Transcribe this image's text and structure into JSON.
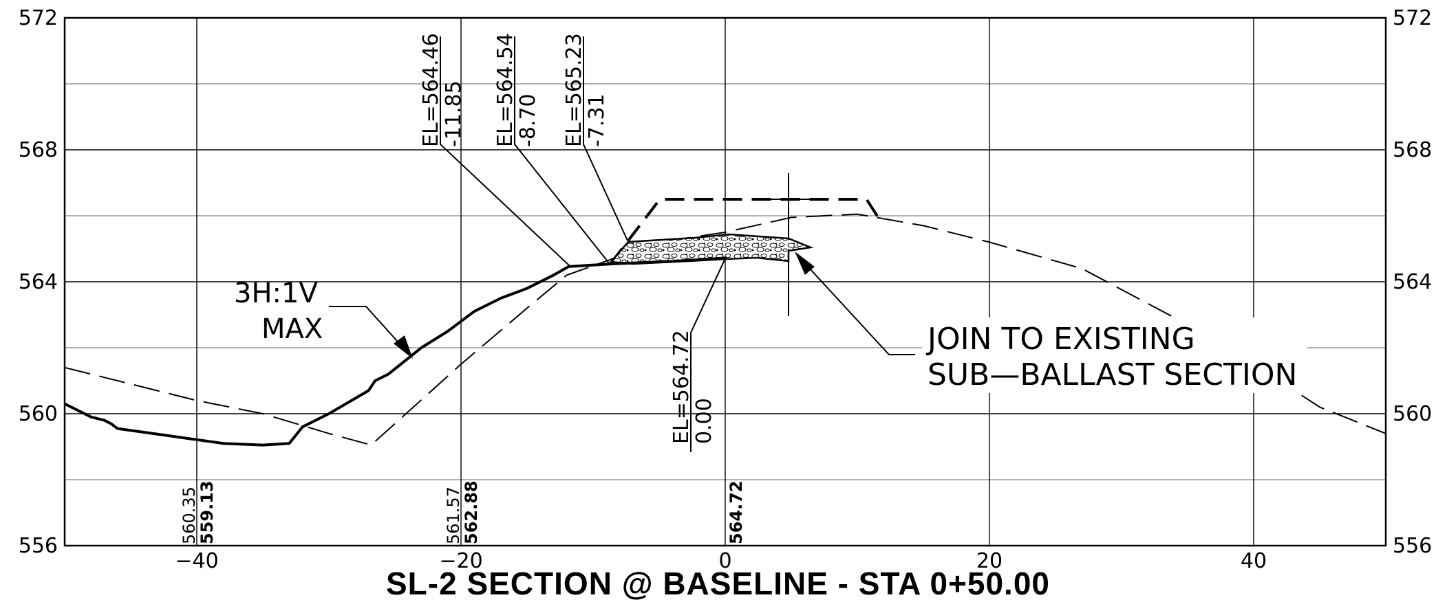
{
  "title": "SL-2 SECTION @ BASELINE - STA 0+50.00",
  "axes": {
    "x_ticks": [
      "-40",
      "-20",
      "0",
      "20",
      "40"
    ],
    "y_ticks_left": [
      "572",
      "568",
      "564",
      "560",
      "556"
    ],
    "y_ticks_right": [
      "572",
      "568",
      "564",
      "560",
      "556"
    ],
    "x_range": [
      -50,
      50
    ],
    "y_range": [
      556,
      572
    ],
    "x_grid_step": 20,
    "y_minor_step": 2
  },
  "callouts": {
    "el1": {
      "el": "EL=564.46",
      "off": "-11.85"
    },
    "el2": {
      "el": "EL=564.54",
      "off": "-8.70"
    },
    "el3": {
      "el": "EL=565.23",
      "off": "-7.31"
    },
    "el4": {
      "el": "EL=564.72",
      "off": "0.00"
    },
    "slope": {
      "line1": "3H:1V",
      "line2": "MAX"
    },
    "join": {
      "line1": "JOIN TO EXISTING",
      "line2": "SUB—BALLAST SECTION"
    }
  },
  "bottom_elevations": {
    "e1": {
      "existing": "560.35",
      "proposed": "559.13"
    },
    "e2": {
      "existing": "561.57",
      "proposed": "562.88"
    },
    "e3": {
      "proposed": "564.72"
    }
  },
  "profiles": {
    "proposed": [
      [
        -50,
        560.3
      ],
      [
        -49,
        560.1
      ],
      [
        -48,
        559.9
      ],
      [
        -47,
        559.8
      ],
      [
        -46.5,
        559.7
      ],
      [
        -46,
        559.55
      ],
      [
        -38,
        559.1
      ],
      [
        -35,
        559.05
      ],
      [
        -33,
        559.1
      ],
      [
        -32,
        559.6
      ],
      [
        -30,
        560
      ],
      [
        -27,
        560.7
      ],
      [
        -26.5,
        561
      ],
      [
        -25.5,
        561.2
      ],
      [
        -23,
        562
      ],
      [
        -21,
        562.5
      ],
      [
        -19,
        563.1
      ],
      [
        -17,
        563.5
      ],
      [
        -15,
        563.8
      ],
      [
        -13,
        564.2
      ],
      [
        -11.85,
        564.46
      ],
      [
        -8.7,
        564.54
      ],
      [
        -4,
        564.62
      ],
      [
        0,
        564.72
      ]
    ],
    "existing": [
      [
        -50,
        561.4
      ],
      [
        -40,
        560.4
      ],
      [
        -35,
        560
      ],
      [
        -30,
        559.4
      ],
      [
        -26.8,
        559.05
      ],
      [
        -20,
        561.5
      ],
      [
        -15,
        563.2
      ],
      [
        -12,
        564.2
      ],
      [
        -5,
        565.2
      ],
      [
        0,
        565.5
      ],
      [
        5,
        565.95
      ],
      [
        10,
        566.05
      ],
      [
        15,
        565.7
      ],
      [
        20,
        565.2
      ],
      [
        27,
        564.4
      ],
      [
        35,
        562.7
      ],
      [
        40,
        561.5
      ],
      [
        45,
        560.2
      ],
      [
        50,
        559.4
      ]
    ],
    "dashed_template": [
      [
        -8.7,
        564.54
      ],
      [
        -4.95,
        566.5
      ],
      [
        10.7,
        566.5
      ],
      [
        11.5,
        566.0
      ],
      [
        12,
        565.9
      ]
    ]
  }
}
